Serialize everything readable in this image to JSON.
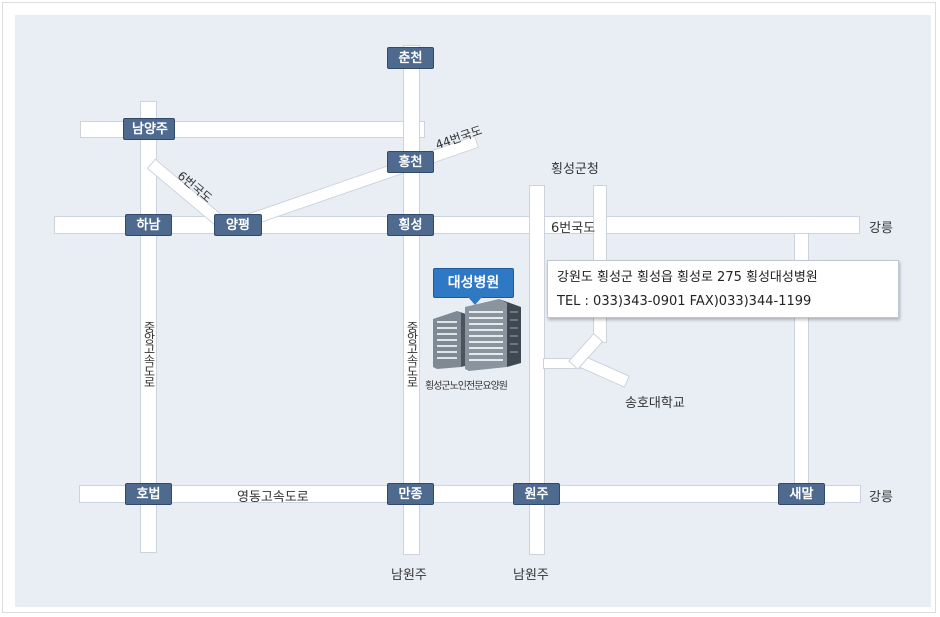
{
  "colors": {
    "map_bg": "#e9eef5",
    "road": "#ffffff",
    "tag_bg": "#4e6a8f",
    "hospital_tag_bg": "#2f78c4"
  },
  "tags": {
    "chuncheon": "춘천",
    "namyangju": "남양주",
    "hongcheon": "홍천",
    "hanam": "하남",
    "yangpyeong": "양평",
    "hoengseong": "횡성",
    "hobeop": "호법",
    "manjong": "만종",
    "wonju": "원주",
    "saemal": "새말"
  },
  "labels": {
    "route44": "44번국도",
    "route6_diag": "6번국도",
    "route6": "6번국도",
    "county_office": "횡성군청",
    "gangneung_top": "강릉",
    "gangneung_bottom": "강릉",
    "yeongdong_expressway": "영동고속도로",
    "jungang_expressway_left": "중앙고속도로",
    "jungang_expressway_right": "중앙고속도로",
    "songho_college": "송호대학교",
    "nam_wonju_left": "남원주",
    "nam_wonju_right": "남원주",
    "nursing_home": "횡성군노인전문요양원"
  },
  "hospital": {
    "tag": "대성병원",
    "address": "강원도 횡성군 횡성읍 횡성로 275 횡성대성병원",
    "contact": "TEL : 033)343-0901   FAX)033)344-1199"
  }
}
